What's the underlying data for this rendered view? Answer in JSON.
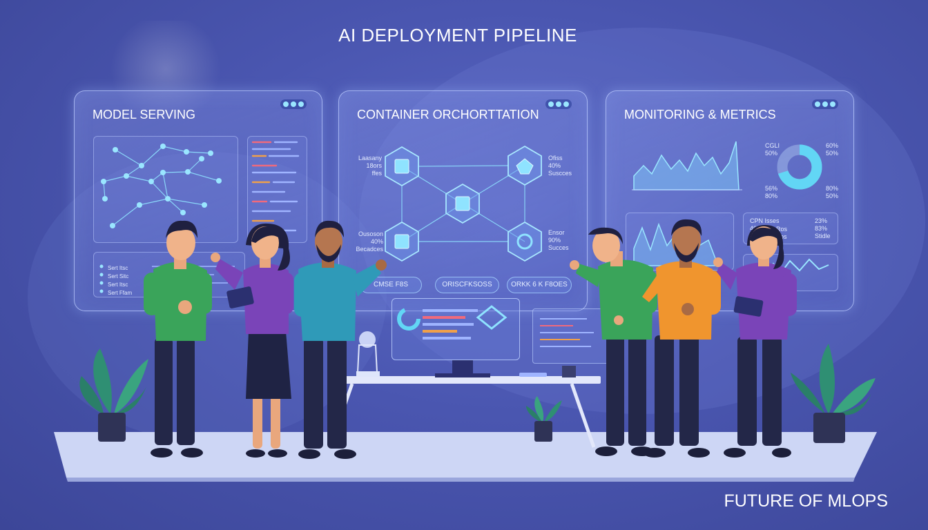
{
  "header": {
    "title": "AI DEPLOYMENT PIPELINE"
  },
  "footer": {
    "title": "FUTURE OF MLOPS"
  },
  "panels": [
    {
      "title": "MODEL SERVING",
      "rows": [
        "Sert Itsc",
        "Sert Sitc",
        "Sert Itsc",
        "Sert Ffam"
      ]
    },
    {
      "title": "CONTAINER ORCHORTTATION",
      "labels": {
        "tl": "Laasany 18ors ffes",
        "tr": "Ofiss 40% Suscces",
        "bl": "Ousoson 40% Becadces",
        "br": "Ensor 90% Succes"
      },
      "pills": [
        "CMSE F8S",
        "ORISCFKSOSS",
        "ORKK 6 K F8OES"
      ]
    },
    {
      "title": "MONITORING & METRICS",
      "donut_labels": [
        "CGLI 50%",
        "60% 50%",
        "56% 80%",
        "80% 50%"
      ],
      "stats": [
        "CPN Isses 40%",
        "Ros",
        "Sos",
        "23% 83% Stidle"
      ]
    }
  ],
  "colors": {
    "background": "#4a56b0",
    "panel_border": "#bfcdff",
    "accent_cyan": "#8fe3ff",
    "shirt_green": "#3aa45a",
    "shirt_purple": "#7a44b8",
    "shirt_teal": "#2f9ab8",
    "shirt_orange": "#f0952e",
    "pants_dark": "#232748"
  }
}
